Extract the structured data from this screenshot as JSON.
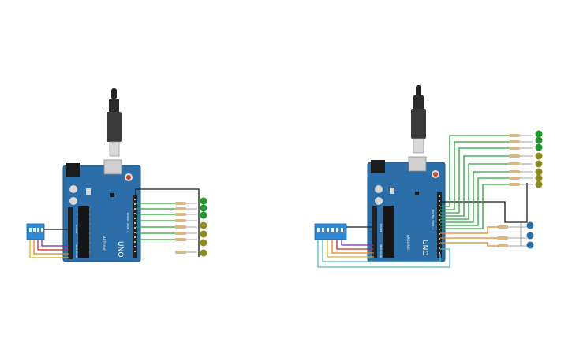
{
  "circuits": [
    {
      "board": {
        "model_label": "UNO",
        "brand_label": "ARDUINO",
        "digital_label": "DIGITAL (PWM~)",
        "power_label": "POWER",
        "analog_label": "ANALOG IN"
      },
      "dip_switch_count": 4,
      "leds": [
        "green",
        "green",
        "green",
        "olive",
        "olive",
        "olive",
        "olive"
      ],
      "colors": {
        "board": "#2c6fa8",
        "led_green": "#1f9a2a",
        "led_olive": "#8f8a1a",
        "wire_green": "#2aa33a",
        "wire_black": "#1a1a1a"
      }
    },
    {
      "board": {
        "model_label": "UNO",
        "brand_label": "ARDUINO",
        "digital_label": "DIGITAL (PWM~)",
        "power_label": "POWER",
        "analog_label": "ANALOG IN"
      },
      "dip_switch_count": 6,
      "leds": [
        "green",
        "green",
        "green",
        "olive",
        "olive",
        "olive",
        "olive",
        "olive"
      ],
      "rgb_leds": [
        "blue",
        "blue",
        "blue"
      ],
      "colors": {
        "board": "#2c6fa8",
        "led_green": "#1f9a2a",
        "led_olive": "#8f8a1a",
        "led_blue": "#2a6fa8",
        "wire_green": "#2aa33a",
        "wire_orange": "#e5821a",
        "wire_teal": "#55b7c4",
        "wire_black": "#1a1a1a"
      }
    }
  ]
}
